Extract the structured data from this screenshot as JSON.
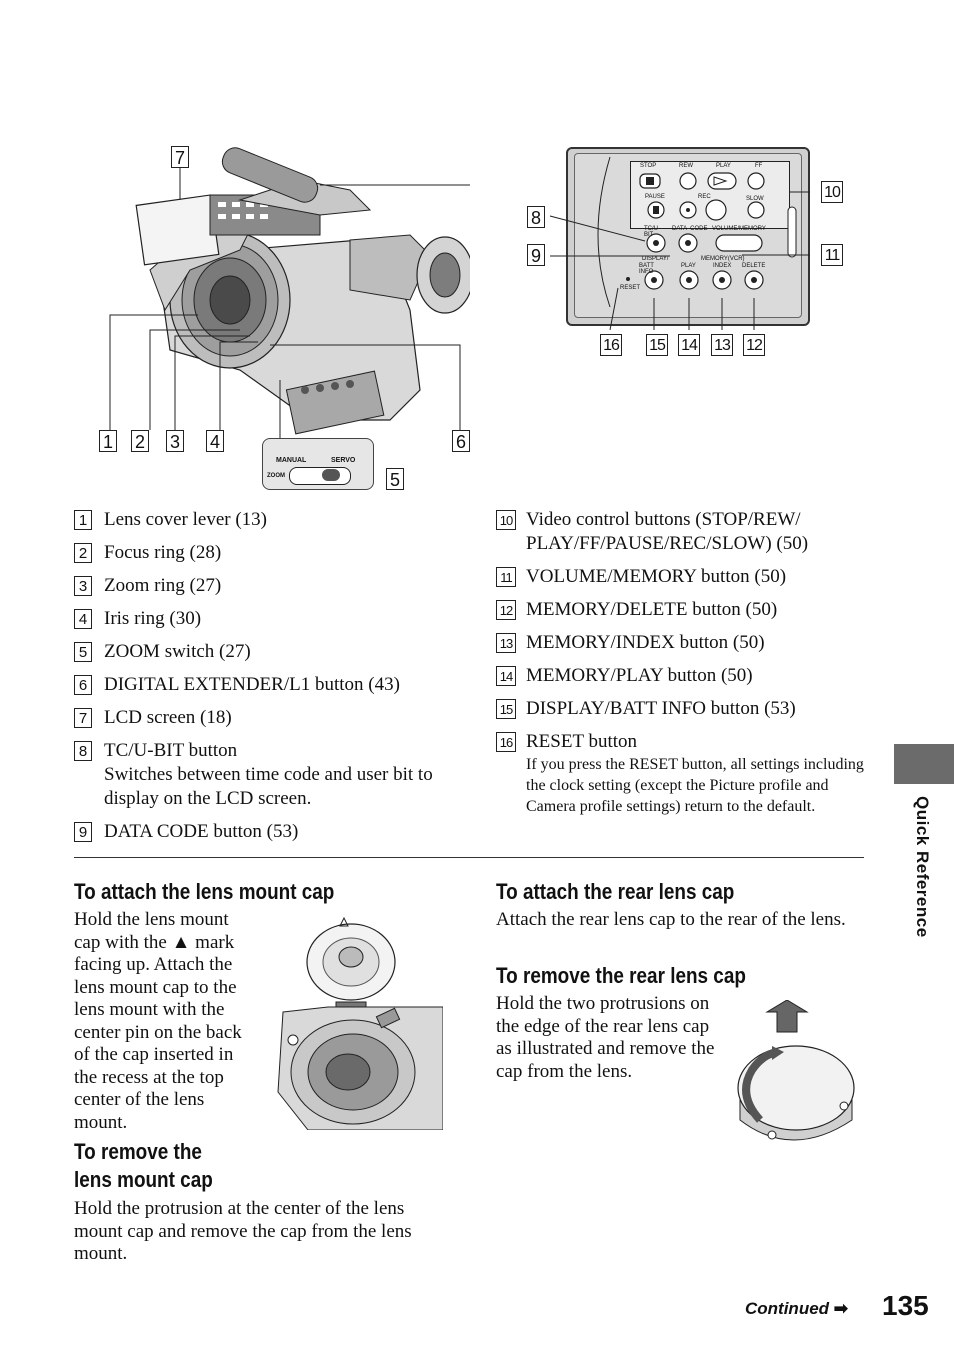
{
  "diagram": {
    "callouts": [
      "1",
      "2",
      "3",
      "4",
      "5",
      "6",
      "7",
      "8",
      "9",
      "10",
      "11",
      "12",
      "13",
      "14",
      "15",
      "16"
    ],
    "panel_labels": {
      "stop": "STOP",
      "rew": "REW",
      "play": "PLAY",
      "ff": "FF",
      "pause": "PAUSE",
      "rec": "REC",
      "slow": "SLOW",
      "tcubit": "TC/U-BIT",
      "data_code": "DATA  CODE",
      "volume_memory": "VOLUME/MEMORY",
      "display": "DISPLAY/",
      "batt_info": "BATT INFO",
      "memory_vcr": "MEMORY(VCR)",
      "play2": "PLAY",
      "index": "INDEX",
      "delete": "DELETE",
      "reset": "RESET"
    },
    "zoom_labels": {
      "manual": "MANUAL",
      "servo": "SERVO",
      "zoom": "ZOOM"
    }
  },
  "legend_left": [
    {
      "num": "1",
      "text": "Lens cover lever (13)"
    },
    {
      "num": "2",
      "text": "Focus ring (28)"
    },
    {
      "num": "3",
      "text": "Zoom ring (27)"
    },
    {
      "num": "4",
      "text": "Iris ring (30)"
    },
    {
      "num": "5",
      "text": "ZOOM switch (27)"
    },
    {
      "num": "6",
      "text": "DIGITAL EXTENDER/L1 button (43)"
    },
    {
      "num": "7",
      "text": "LCD screen (18)"
    },
    {
      "num": "8",
      "text": "TC/U-BIT button",
      "desc": "Switches between time code and user bit to display on the LCD screen."
    },
    {
      "num": "9",
      "text": "DATA CODE button (53)"
    }
  ],
  "legend_right": [
    {
      "num": "10",
      "text": "Video control buttons (STOP/REW/ PLAY/FF/PAUSE/REC/SLOW) (50)"
    },
    {
      "num": "11",
      "text": "VOLUME/MEMORY button (50)"
    },
    {
      "num": "12",
      "text": "MEMORY/DELETE button (50)"
    },
    {
      "num": "13",
      "text": "MEMORY/INDEX button (50)"
    },
    {
      "num": "14",
      "text": "MEMORY/PLAY button (50)"
    },
    {
      "num": "15",
      "text": "DISPLAY/BATT INFO button (53)"
    },
    {
      "num": "16",
      "text": "RESET button",
      "note": "If you press the RESET button, all settings including the clock setting (except the Picture profile and Camera profile settings) return to the default."
    }
  ],
  "sections": {
    "attach_mount_cap": {
      "title": "To attach the lens mount cap",
      "body": "Hold the lens mount cap with the ▲ mark facing up. Attach the lens mount cap to the lens mount with the center pin on the back of the cap inserted in the recess at the top center of the lens mount."
    },
    "remove_mount_cap": {
      "title": "To remove the lens mount cap",
      "body": "Hold the protrusion at the center of the lens mount cap and remove the cap from the lens mount."
    },
    "attach_rear_cap": {
      "title": "To attach the rear lens cap",
      "body": "Attach the rear lens cap to the rear of the lens."
    },
    "remove_rear_cap": {
      "title": "To remove the rear lens cap",
      "body": "Hold the two protrusions on the edge of the rear lens cap as illustrated and remove the cap from the lens."
    }
  },
  "sidebar": {
    "label": "Quick Reference"
  },
  "footer": {
    "continued": "Continued",
    "page_number": "135"
  }
}
